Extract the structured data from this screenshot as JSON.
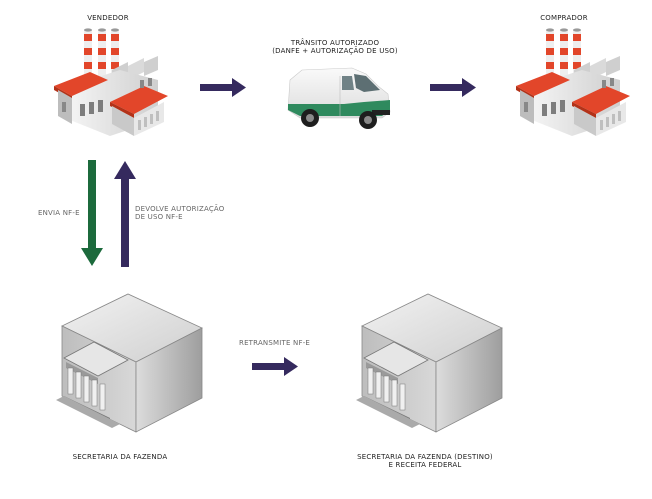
{
  "labels": {
    "vendedor": "VENDEDOR",
    "transito_line1": "TRÂNSITO AUTORIZADO",
    "transito_line2": "(DANFE + AUTORIZAÇÃO DE USO)",
    "comprador": "COMPRADOR",
    "envia": "ENVIA NF-E",
    "devolve_line1": "DEVOLVE AUTORIZAÇÃO",
    "devolve_line2": "DE USO NF-E",
    "retransmite": "RETRANSMITE NF-E",
    "sefaz": "SECRETARIA DA FAZENDA",
    "sefaz_destino_line1": "SECRETARIA DA FAZENDA (DESTINO)",
    "sefaz_destino_line2": "E RECEITA FEDERAL"
  },
  "colors": {
    "arrow_purple": "#352a5e",
    "arrow_green": "#1c6a3c",
    "roof_red": "#e2462a",
    "chimney_red": "#e2462a",
    "van_green": "#2f8a5e",
    "building_gray": "#b9b9b9"
  }
}
